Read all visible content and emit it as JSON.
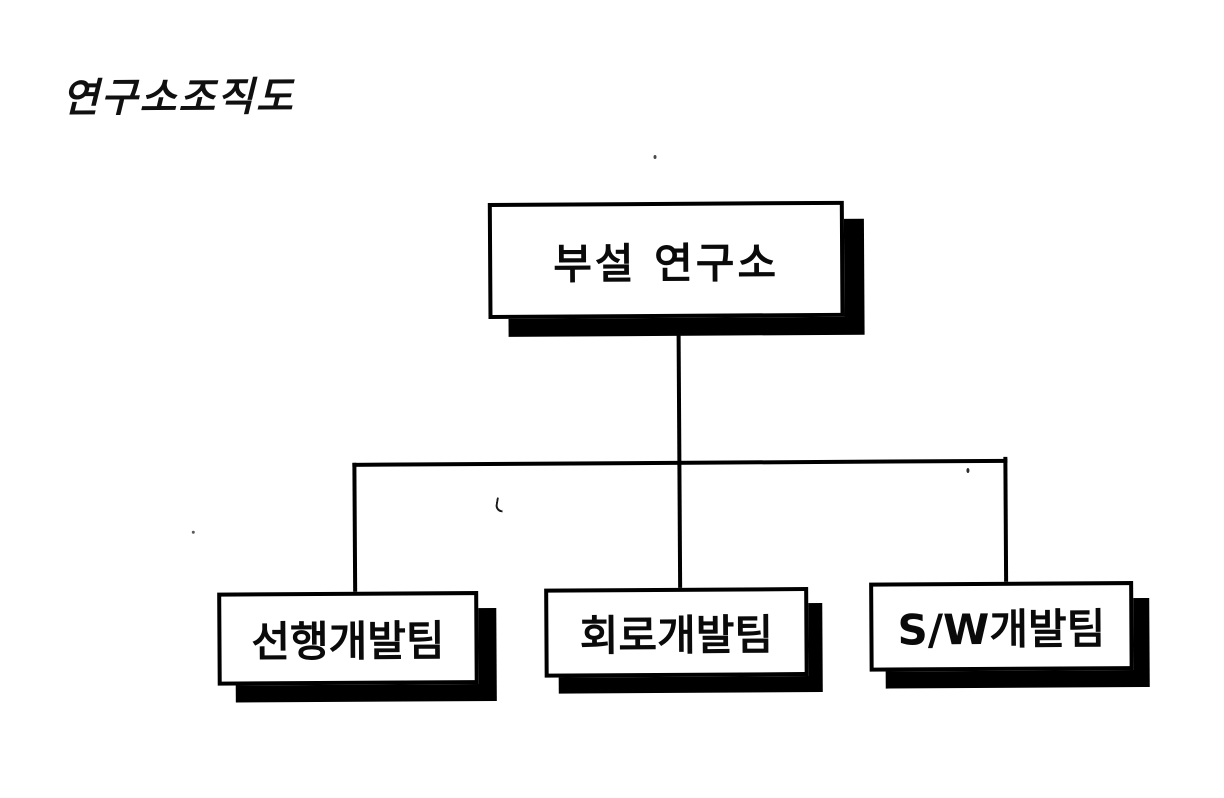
{
  "page": {
    "title": "연구소조직도"
  },
  "org_chart": {
    "root": {
      "label": "부설 연구소"
    },
    "teams": [
      {
        "label": "선행개발팀"
      },
      {
        "label": "회로개발팀"
      },
      {
        "label": "S/W개발팀"
      }
    ]
  },
  "colors": {
    "ink": "#000000",
    "paper": "#ffffff",
    "shadow": "#000000"
  }
}
